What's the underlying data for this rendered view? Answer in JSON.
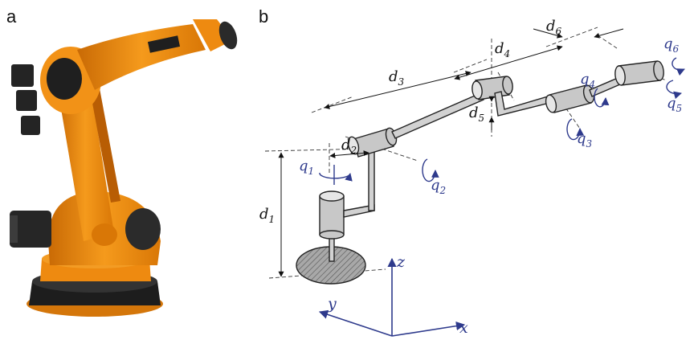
{
  "panels": {
    "a": "a",
    "b": "b"
  },
  "dimensions": [
    {
      "id": "d1",
      "base": "d",
      "sub": "1"
    },
    {
      "id": "d2",
      "base": "d",
      "sub": "2"
    },
    {
      "id": "d3",
      "base": "d",
      "sub": "3"
    },
    {
      "id": "d4",
      "base": "d",
      "sub": "4"
    },
    {
      "id": "d5",
      "base": "d",
      "sub": "5"
    },
    {
      "id": "d6",
      "base": "d",
      "sub": "6"
    }
  ],
  "joints": [
    {
      "id": "q1",
      "base": "q",
      "sub": "1"
    },
    {
      "id": "q2",
      "base": "q",
      "sub": "2"
    },
    {
      "id": "q3",
      "base": "q",
      "sub": "3"
    },
    {
      "id": "q4",
      "base": "q",
      "sub": "4"
    },
    {
      "id": "q5",
      "base": "q",
      "sub": "5"
    },
    {
      "id": "q6",
      "base": "q",
      "sub": "6"
    }
  ],
  "axes": {
    "x": "x",
    "y": "y",
    "z": "z"
  },
  "colors": {
    "robot_orange": "#f08a0c",
    "robot_dark": "#2a2a2a",
    "annotation_blue": "#2e3a8c",
    "link_gray": "#c8c8c8"
  }
}
